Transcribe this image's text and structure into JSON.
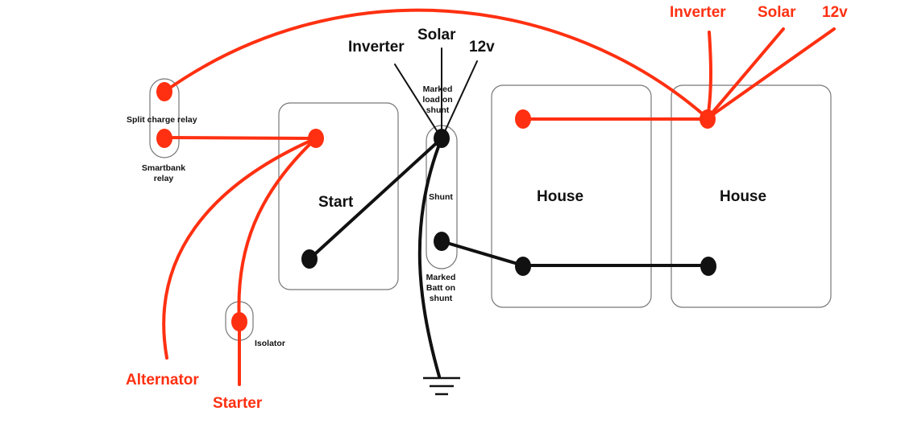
{
  "colors": {
    "positive": "#ff3011",
    "negative": "#111111",
    "box_stroke": "#777777"
  },
  "labels": {
    "inverter_right": "Inverter",
    "solar_right": "Solar",
    "v12_right": "12v",
    "inverter_mid": "Inverter",
    "solar_mid": "Solar",
    "v12_mid": "12v",
    "marked_load_l1": "Marked",
    "marked_load_l2": "load on",
    "marked_load_l3": "shunt",
    "split_charge_relay": "Split charge relay",
    "smartbank_l1": "Smartbank",
    "smartbank_l2": "relay",
    "start": "Start",
    "shunt": "Shunt",
    "house_1": "House",
    "house_2": "House",
    "marked_batt_l1": "Marked",
    "marked_batt_l2": "Batt on",
    "marked_batt_l3": "shunt",
    "isolator": "Isolator",
    "alternator": "Alternator",
    "starter": "Starter"
  },
  "icons": {
    "ground": "ground-symbol-icon"
  }
}
